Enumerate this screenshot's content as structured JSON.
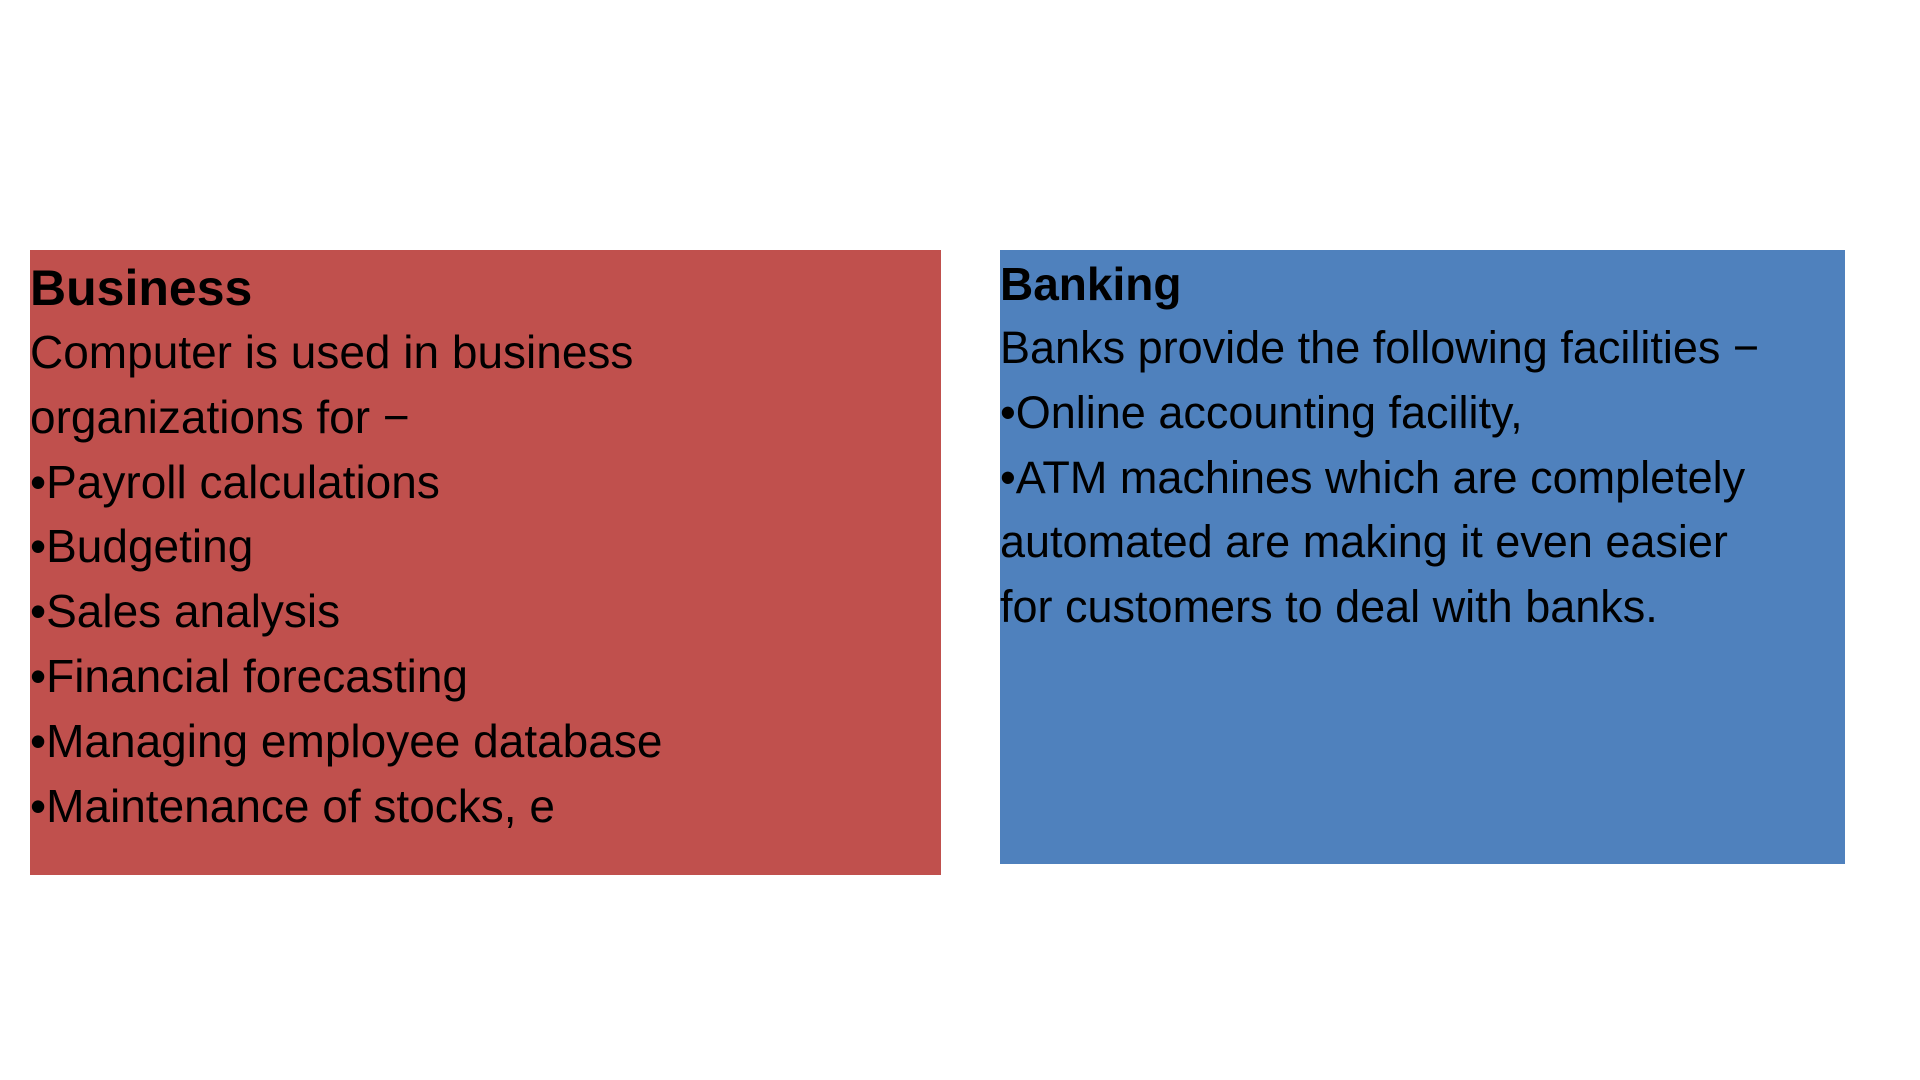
{
  "colors": {
    "background": "#ffffff",
    "business_box": "#c0504d",
    "banking_box": "#4f81bd",
    "text": "#000000"
  },
  "business": {
    "title": "Business",
    "lines": [
      "Computer is used in business",
      "organizations for −",
      "•Payroll calculations",
      "•Budgeting",
      "•Sales analysis",
      "•Financial forecasting",
      "•Managing employee database",
      "•Maintenance of stocks, e"
    ]
  },
  "banking": {
    "title": "Banking",
    "lines": [
      "Banks provide the following facilities −",
      "•Online accounting facility,",
      "•ATM machines which are completely",
      "automated are making it even easier",
      "for customers to deal with banks."
    ]
  }
}
